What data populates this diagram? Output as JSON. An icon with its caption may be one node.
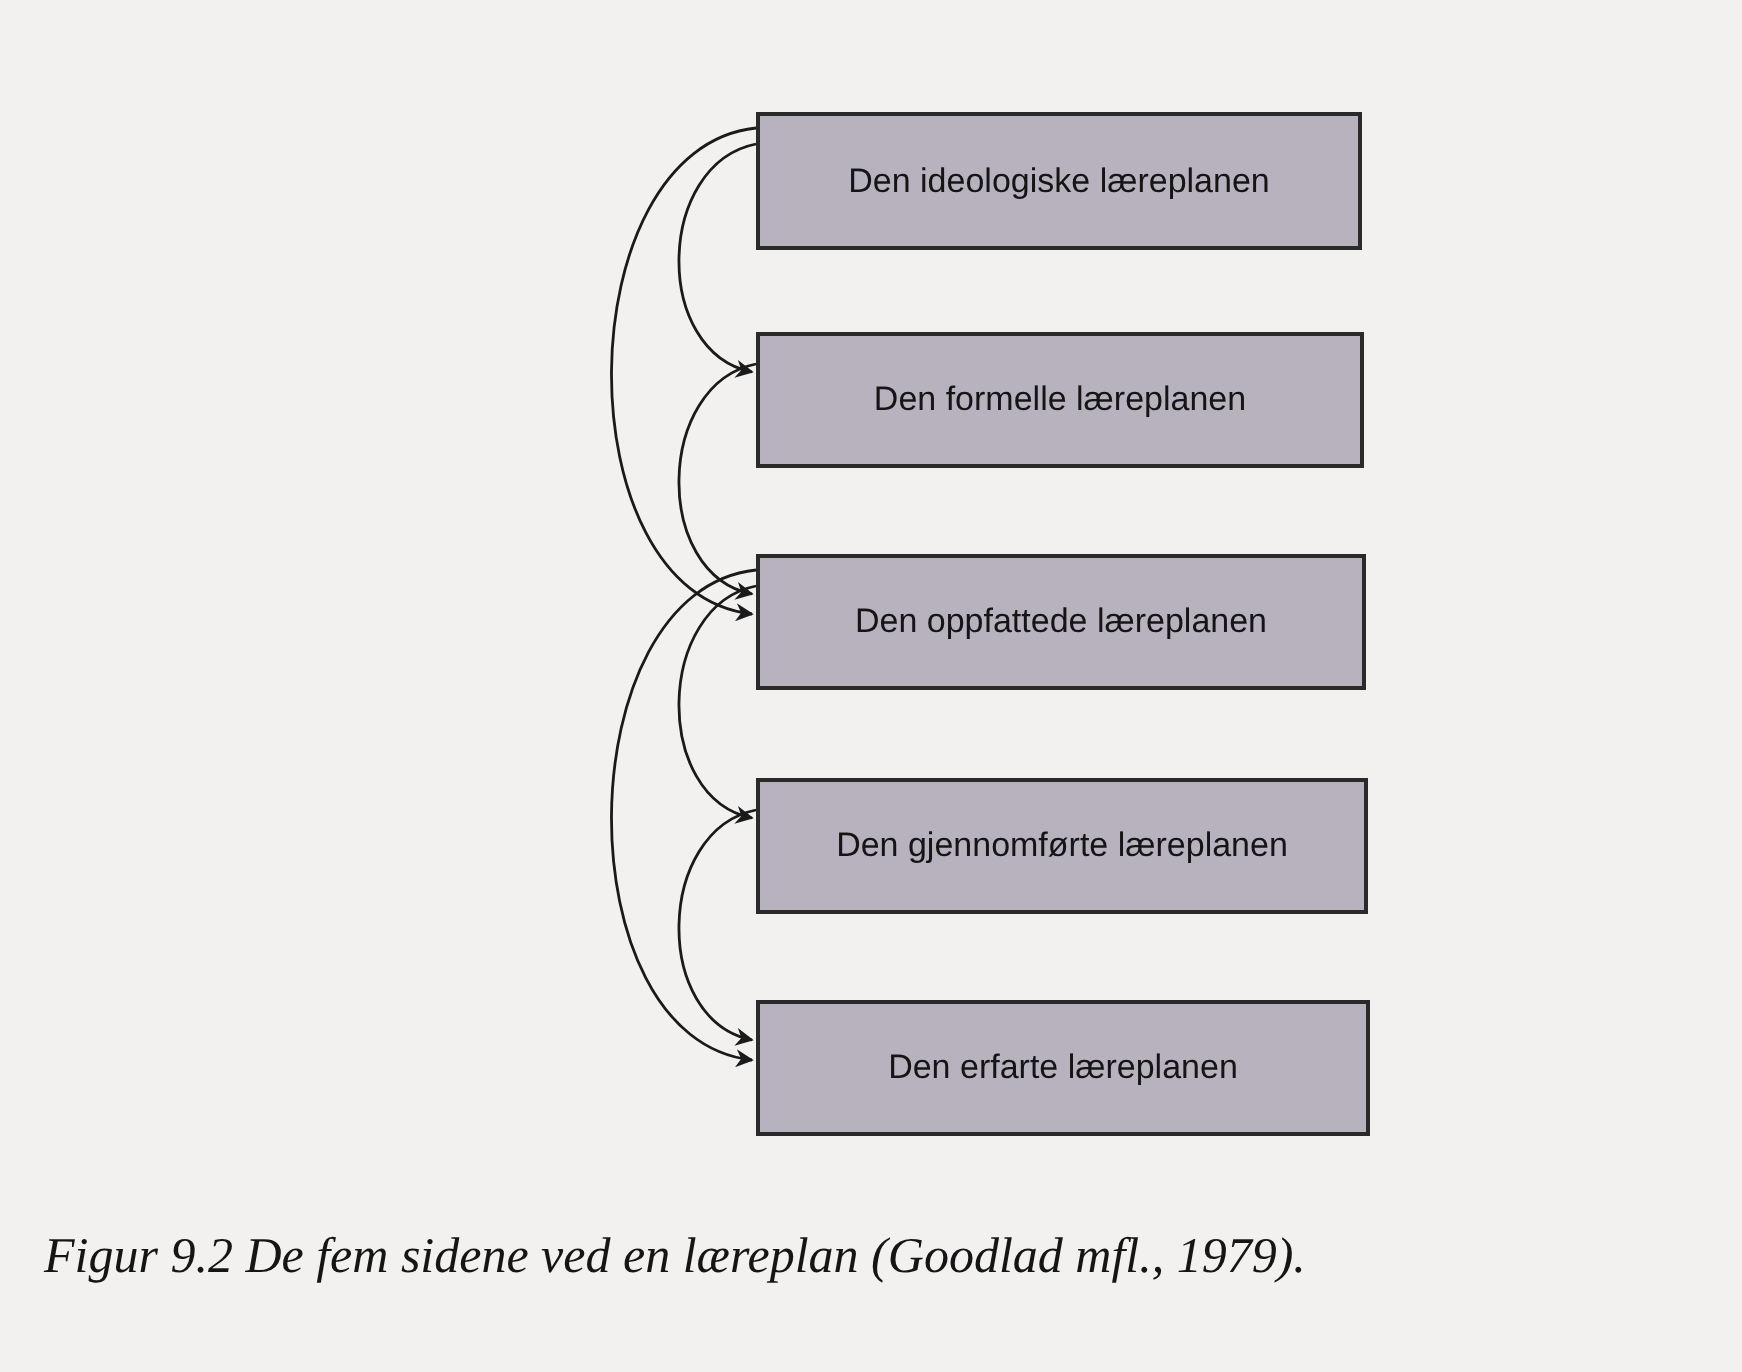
{
  "diagram": {
    "caption": "Figur 9.2 De fem sidene ved en læreplan (Goodlad mfl., 1979).",
    "nodes": [
      {
        "text": [
          "Den ideologiske læreplanen"
        ]
      },
      {
        "text": [
          "Den formelle læreplanen"
        ]
      },
      {
        "text": [
          "Den oppfattede læreplanen"
        ]
      },
      {
        "text": [
          "Den gjennomførte læreplanen"
        ]
      },
      {
        "text": [
          "Den erfarte læreplanen"
        ]
      }
    ],
    "edges": [
      {
        "from": 0,
        "to": 1,
        "arrow": "to"
      },
      {
        "from": 0,
        "to": 2,
        "arrow": "to"
      },
      {
        "from": 1,
        "to": 2,
        "arrow": "to"
      },
      {
        "from": 2,
        "to": 3,
        "arrow": "to"
      },
      {
        "from": 2,
        "to": 4,
        "arrow": "to"
      },
      {
        "from": 3,
        "to": 4,
        "arrow": "to"
      }
    ]
  }
}
